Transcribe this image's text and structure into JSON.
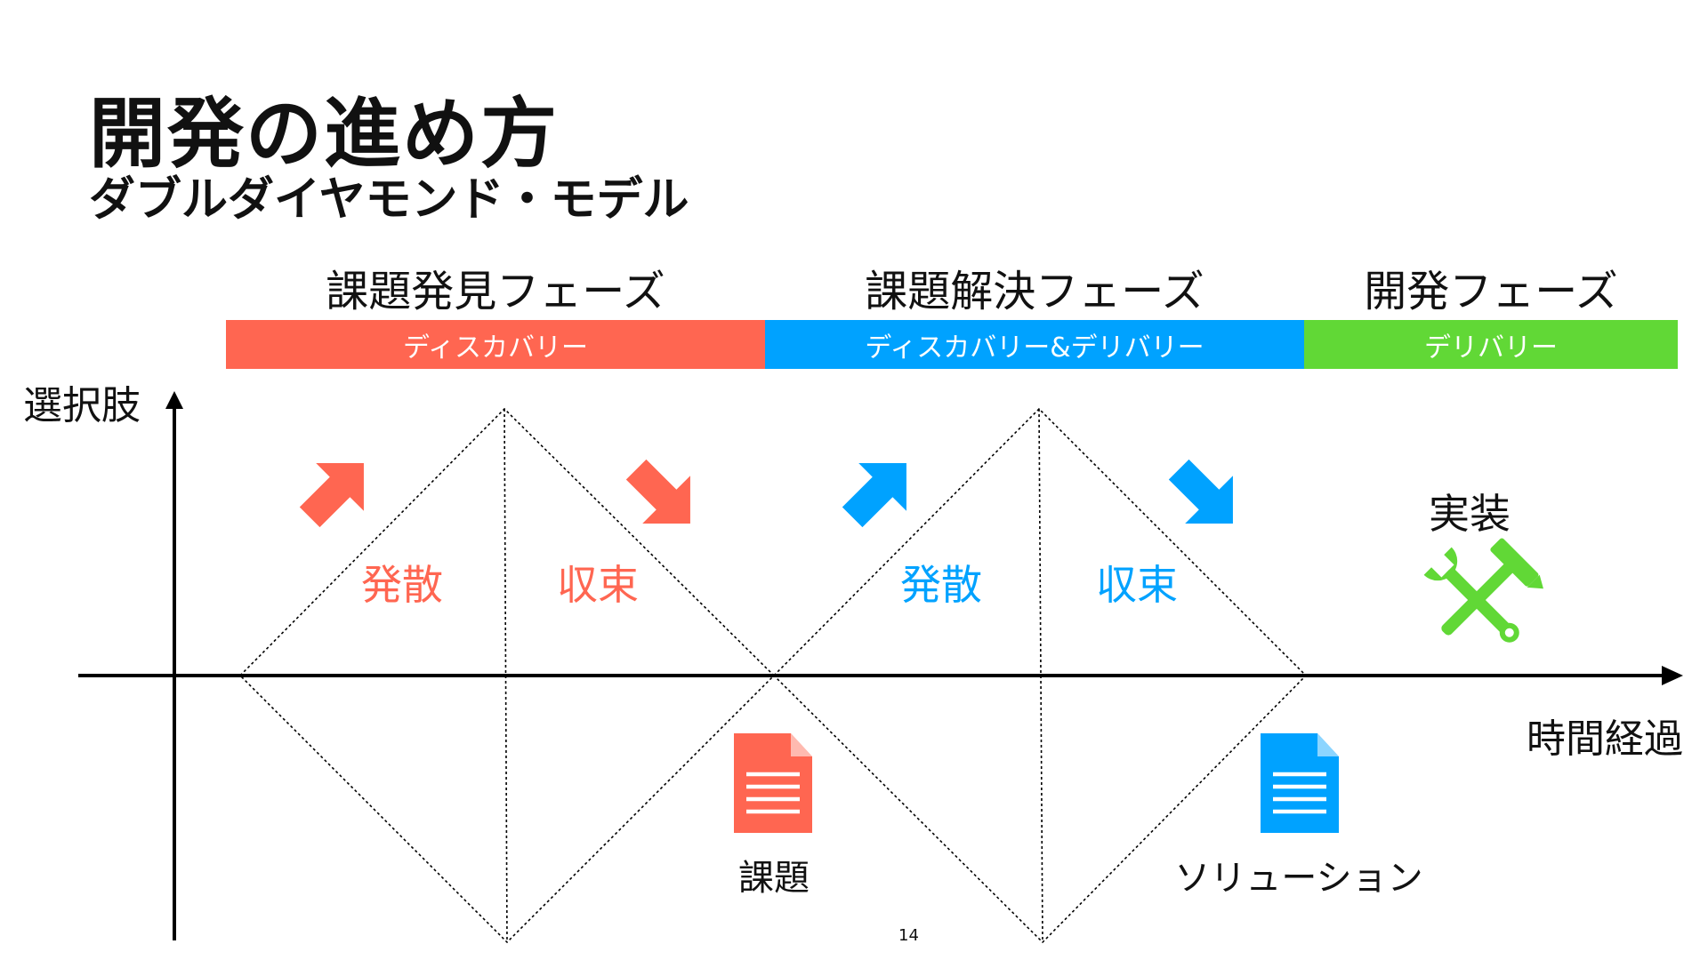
{
  "title": "開発の進め方",
  "subtitle": "ダブルダイヤモンド・モデル",
  "phases": [
    {
      "label": "課題発見フェーズ",
      "bar_label": "ディスカバリー",
      "color": "#FF6651"
    },
    {
      "label": "課題解決フェーズ",
      "bar_label": "ディスカバリー&デリバリー",
      "color": "#00A2FF"
    },
    {
      "label": "開発フェーズ",
      "bar_label": "デリバリー",
      "color": "#61D836"
    }
  ],
  "axes": {
    "y_label": "選択肢",
    "x_label": "時間経過"
  },
  "stages": [
    {
      "label": "発散",
      "color": "#FF6651"
    },
    {
      "label": "収束",
      "color": "#FF6651"
    },
    {
      "label": "発散",
      "color": "#00A2FF"
    },
    {
      "label": "収束",
      "color": "#00A2FF"
    }
  ],
  "implementation": {
    "label": "実装",
    "icon": "tools-icon",
    "color": "#61D836"
  },
  "outputs": [
    {
      "label": "課題",
      "icon": "document-icon",
      "color": "#FF6651"
    },
    {
      "label": "ソリューション",
      "icon": "document-icon",
      "color": "#00A2FF"
    }
  ],
  "page_number": "14"
}
